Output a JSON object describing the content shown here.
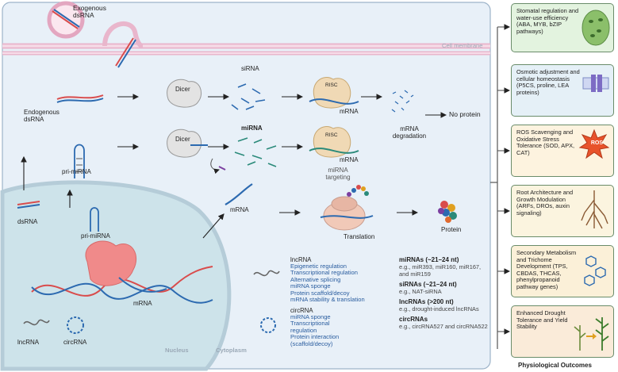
{
  "cell": {
    "exogenous": "Exogenous dsRNA",
    "membrane": "Cell membrane",
    "nucleus": "Nucleus",
    "cytoplasm": "Cytoplasm"
  },
  "pathway": {
    "endogenous": "Endogenous dsRNA",
    "dicer1": "Dicer",
    "dicer2": "Dicer",
    "sirna": "siRNA",
    "mirna": "miRNA",
    "risc1": "RISC",
    "risc2": "RISC",
    "mrna1": "mRNA",
    "mrna2": "mRNA",
    "mrna_degradation": "mRNA degradation",
    "no_protein": "No protein",
    "pri_mirna": "pri-miRNA",
    "mirna_targeting": "miRNA targeting",
    "mrna3": "mRNA",
    "translation": "Translation",
    "protein": "Protein"
  },
  "nucleus": {
    "dsrna": "dsRNA",
    "pri_mirna": "pri-miRNA",
    "mrna": "mRNA",
    "lncrna": "lncRNA",
    "circrna": "circRNA"
  },
  "functions": {
    "lncrna_title": "lncRNA",
    "lncrna_items": [
      "Epigenetic regulation",
      "Transcriptional regulation",
      "Alternative splicing",
      "miRNA sponge",
      "Protein scaffold/decoy",
      "mRNA stability & translation"
    ],
    "circrna_title": "circRNA",
    "circrna_items": [
      "miRNA sponge",
      "Transcriptional",
      "regulation",
      "Protein interaction",
      "(scaffold/decoy)"
    ]
  },
  "examples": {
    "mirnas_title": "miRNAs (~21–24 nt)",
    "mirnas_text": "e.g., miR393, miR160, miR167, and miR159",
    "sirnas_title": "siRNAs (~21–24 nt)",
    "sirnas_text": "e.g., NAT-siRNA",
    "lncrnas_title": "lncRNAs (>200 nt)",
    "lncrnas_text": "e.g., drought-induced lncRNAs",
    "circrnas_title": "circRNAs",
    "circrnas_text": "e.g., circRNA527 and circRNA522"
  },
  "outcomes": {
    "title": "Physiological Outcomes",
    "ros_badge": "ROS",
    "items": [
      "Stomatal regulation and water-use efficiency (ABA, MYB, bZIP pathways)",
      "Osmotic adjustment and cellular homeostasis (P5CS, proline, LEA proteins)",
      "ROS Scavenging and Oxidative Stress Tolerance (SOD, APX, CAT)",
      "Root Architecture and Growth Modulation (ARFs, DROs, auxin signaling)",
      "Secondary Metabolism and Trichome Development (TPS, CBDAS, THCAS, phenylpropanoid pathway genes)",
      "Enhanced Drought Tolerance and Yield Stability"
    ],
    "colors": [
      "#e3f3df",
      "#e5f0f7",
      "#fdf3df",
      "#fbf4df",
      "#fbf0d8",
      "#faebd9"
    ]
  }
}
